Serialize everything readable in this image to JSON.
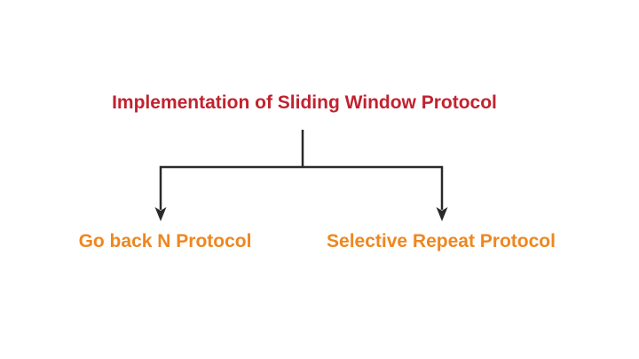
{
  "diagram": {
    "title": "Implementation of Sliding Window Protocol",
    "branches": [
      {
        "label": "Go back N Protocol"
      },
      {
        "label": "Selective Repeat Protocol"
      }
    ]
  },
  "colors": {
    "title": "#c1222f",
    "branch_label": "#ee871f",
    "connector": "#2a2a2a",
    "background": "#ffffff"
  }
}
